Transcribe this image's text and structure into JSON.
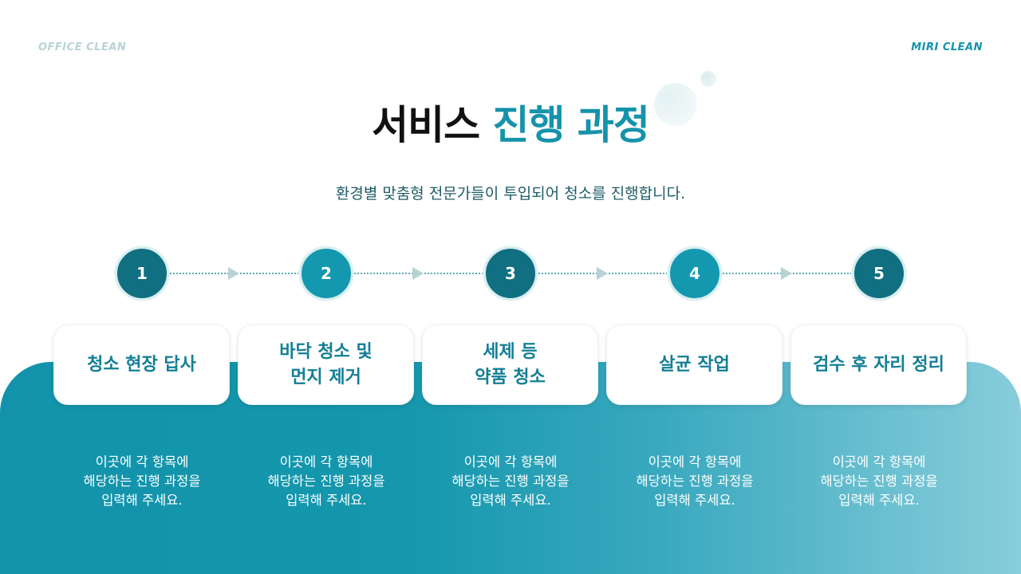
{
  "header": {
    "left_label": "OFFICE CLEAN",
    "right_label": "MIRI CLEAN"
  },
  "title": {
    "part1": "서비스",
    "part2": "진행 과정"
  },
  "subtitle": "환경별 맞춤형 전문가들이 투입되어 청소를 진행합니다.",
  "colors": {
    "accent": "#1593ab",
    "circle_dark": "#106f80",
    "circle_light": "#1398b0",
    "panel_gradient_start": "#1293ab",
    "panel_gradient_end": "#88cddb"
  },
  "steps": [
    {
      "number": "1",
      "title_lines": [
        "청소 현장 답사"
      ],
      "desc_lines": [
        "이곳에 각 항목에",
        "해당하는 진행 과정을",
        "입력해 주세요."
      ]
    },
    {
      "number": "2",
      "title_lines": [
        "바닥 청소 및",
        "먼지 제거"
      ],
      "desc_lines": [
        "이곳에 각 항목에",
        "해당하는 진행 과정을",
        "입력해 주세요."
      ]
    },
    {
      "number": "3",
      "title_lines": [
        "세제 등",
        "약품 청소"
      ],
      "desc_lines": [
        "이곳에 각 항목에",
        "해당하는 진행 과정을",
        "입력해 주세요."
      ]
    },
    {
      "number": "4",
      "title_lines": [
        "살균 작업"
      ],
      "desc_lines": [
        "이곳에 각 항목에",
        "해당하는 진행 과정을",
        "입력해 주세요."
      ]
    },
    {
      "number": "5",
      "title_lines": [
        "검수 후 자리 정리"
      ],
      "desc_lines": [
        "이곳에 각 항목에",
        "해당하는 진행 과정을",
        "입력해 주세요."
      ]
    }
  ]
}
